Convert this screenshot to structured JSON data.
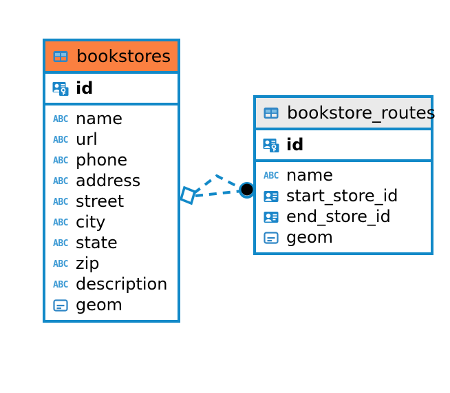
{
  "diagram": {
    "type": "entity-relationship-diagram",
    "background_color": "#ffffff",
    "accent_color": "#1289c8",
    "highlight_color": "#fb8040",
    "neutral_header_color": "#eaeaea",
    "icon_blue": "#3d9ad4"
  },
  "entities": [
    {
      "name": "bookstores",
      "header_style": "accent",
      "table_icon": "table-icon",
      "primary_key": {
        "label": "id",
        "icon": "primary-key-icon"
      },
      "fields": [
        {
          "label": "name",
          "icon": "text-field-icon"
        },
        {
          "label": "url",
          "icon": "text-field-icon"
        },
        {
          "label": "phone",
          "icon": "text-field-icon"
        },
        {
          "label": "address",
          "icon": "text-field-icon"
        },
        {
          "label": "street",
          "icon": "text-field-icon"
        },
        {
          "label": "city",
          "icon": "text-field-icon"
        },
        {
          "label": "state",
          "icon": "text-field-icon"
        },
        {
          "label": "zip",
          "icon": "text-field-icon"
        },
        {
          "label": "description",
          "icon": "text-field-icon"
        },
        {
          "label": "geom",
          "icon": "geometry-field-icon"
        }
      ]
    },
    {
      "name": "bookstore_routes",
      "header_style": "neutral",
      "table_icon": "table-icon",
      "primary_key": {
        "label": "id",
        "icon": "primary-key-icon"
      },
      "fields": [
        {
          "label": "name",
          "icon": "text-field-icon"
        },
        {
          "label": "start_store_id",
          "icon": "foreign-key-icon"
        },
        {
          "label": "end_store_id",
          "icon": "foreign-key-icon"
        },
        {
          "label": "geom",
          "icon": "geometry-field-icon"
        }
      ]
    }
  ],
  "relationship": {
    "from_entity": "bookstores",
    "to_entity": "bookstore_routes",
    "line_style": "dashed",
    "line_color": "#1289c8",
    "source_marker": "polygon-marker",
    "target_marker": "filled-circle-marker",
    "target_marker_fill": "#000000"
  }
}
